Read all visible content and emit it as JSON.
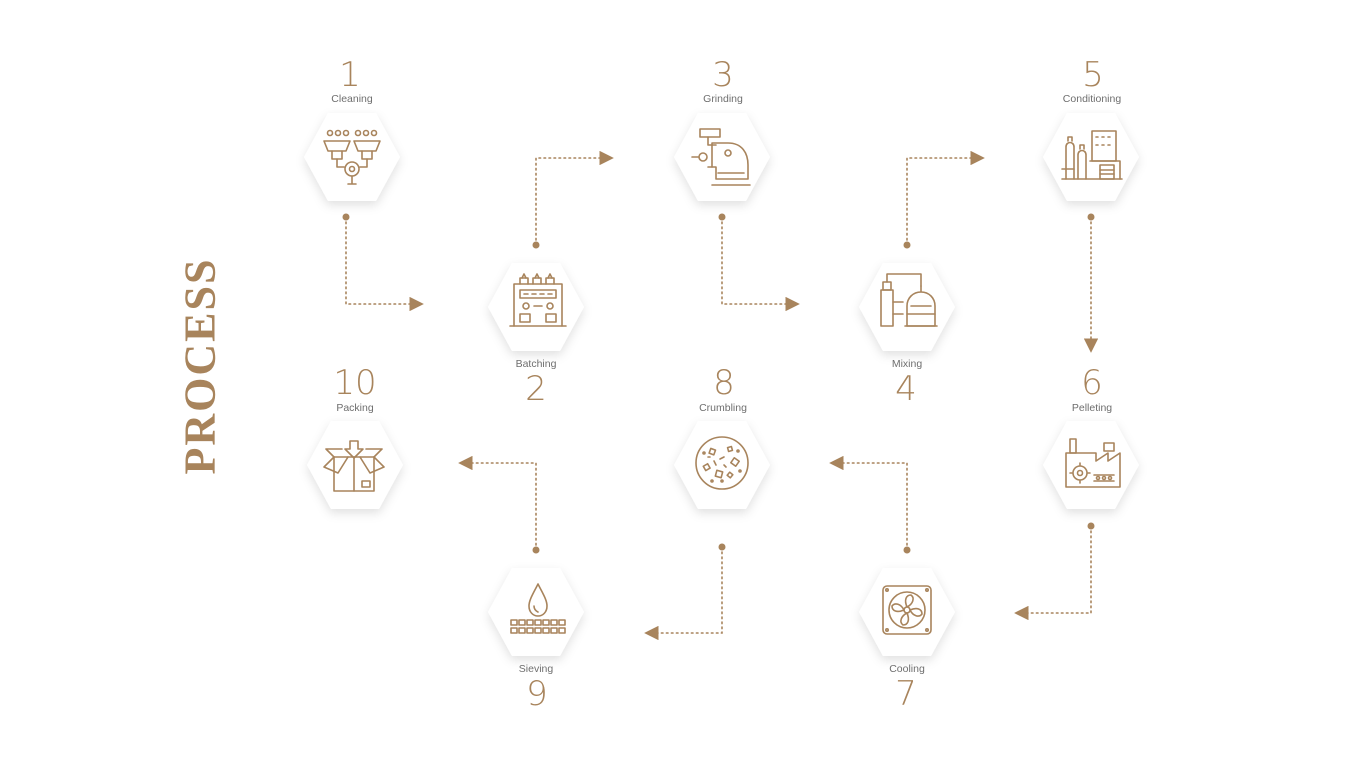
{
  "title": "PROCESS",
  "colors": {
    "accent": "#a8845c",
    "label": "#6e6e6e",
    "hexagon": "#ffffff"
  },
  "steps": [
    {
      "number": "1",
      "label": "Cleaning",
      "icon": "cleaning-machine-icon"
    },
    {
      "number": "2",
      "label": "Batching",
      "icon": "batching-machine-icon"
    },
    {
      "number": "3",
      "label": "Grinding",
      "icon": "grinder-icon"
    },
    {
      "number": "4",
      "label": "Mixing",
      "icon": "mixer-tank-icon"
    },
    {
      "number": "5",
      "label": "Conditioning",
      "icon": "factory-tanks-icon"
    },
    {
      "number": "6",
      "label": "Pelleting",
      "icon": "factory-gear-icon"
    },
    {
      "number": "7",
      "label": "Cooling",
      "icon": "fan-icon"
    },
    {
      "number": "8",
      "label": "Crumbling",
      "icon": "crumbs-icon"
    },
    {
      "number": "9",
      "label": "Sieving",
      "icon": "sieve-drop-icon"
    },
    {
      "number": "10",
      "label": "Packing",
      "icon": "open-box-icon"
    }
  ]
}
